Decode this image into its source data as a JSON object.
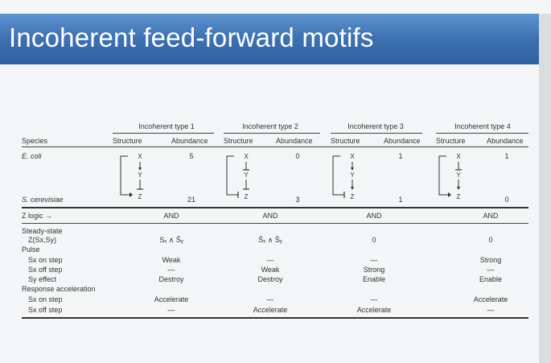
{
  "slide": {
    "title": "Incoherent feed-forward motifs"
  },
  "table": {
    "species_header": "Species",
    "groups": [
      {
        "name": "Incoherent type 1",
        "structure": "Structure",
        "abundance": "Abundance",
        "ecoli": "5",
        "scerevisiae": "21",
        "zlogic": "AND",
        "steady": "Sₓ ∧ S̄ᵧ",
        "sx_on": "Weak",
        "sx_off": "—",
        "sy_effect": "Destroy",
        "acc_on": "Accelerate",
        "acc_off": "—",
        "nodes": {
          "x": "X",
          "y": "Y",
          "z": "Z"
        }
      },
      {
        "name": "Incoherent type 2",
        "structure": "Structure",
        "abundance": "Abundance",
        "ecoli": "0",
        "scerevisiae": "3",
        "zlogic": "AND",
        "steady": "S̄ₓ ∧ S̄ᵧ",
        "sx_on": "—",
        "sx_off": "Weak",
        "sy_effect": "Destroy",
        "acc_on": "—",
        "acc_off": "Accelerate",
        "nodes": {
          "x": "X",
          "y": "Y",
          "z": "Z"
        }
      },
      {
        "name": "Incoherent type 3",
        "structure": "Structure",
        "abundance": "Abundance",
        "ecoli": "1",
        "scerevisiae": "1",
        "zlogic": "AND",
        "steady": "0",
        "sx_on": "—",
        "sx_off": "Strong",
        "sy_effect": "Enable",
        "acc_on": "—",
        "acc_off": "Accelerate",
        "nodes": {
          "x": "X",
          "y": "Y",
          "z": "Z"
        }
      },
      {
        "name": "Incoherent type 4",
        "structure": "Structure",
        "abundance": "Abundance",
        "ecoli": "1",
        "scerevisiae": "0",
        "zlogic": "AND",
        "steady": "0",
        "sx_on": "Strong",
        "sx_off": "—",
        "sy_effect": "Enable",
        "acc_on": "Accelerate",
        "acc_off": "—",
        "nodes": {
          "x": "X",
          "y": "Y",
          "z": "Z"
        }
      }
    ],
    "rows": {
      "ecoli": "E. coli",
      "scerevisiae": "S. cerevisiae",
      "zlogic": "Z logic →",
      "steady_state": "Steady-state",
      "zsxsy": "Z(Sx,Sy)",
      "pulse": "Pulse",
      "sx_on_step": "Sx on step",
      "sx_off_step": "Sx off step",
      "sy_effect": "Sy effect",
      "response_acceleration": "Response acceleration",
      "acc_sx_on_step": "Sx on step",
      "acc_sx_off_step": "Sx off step"
    }
  }
}
